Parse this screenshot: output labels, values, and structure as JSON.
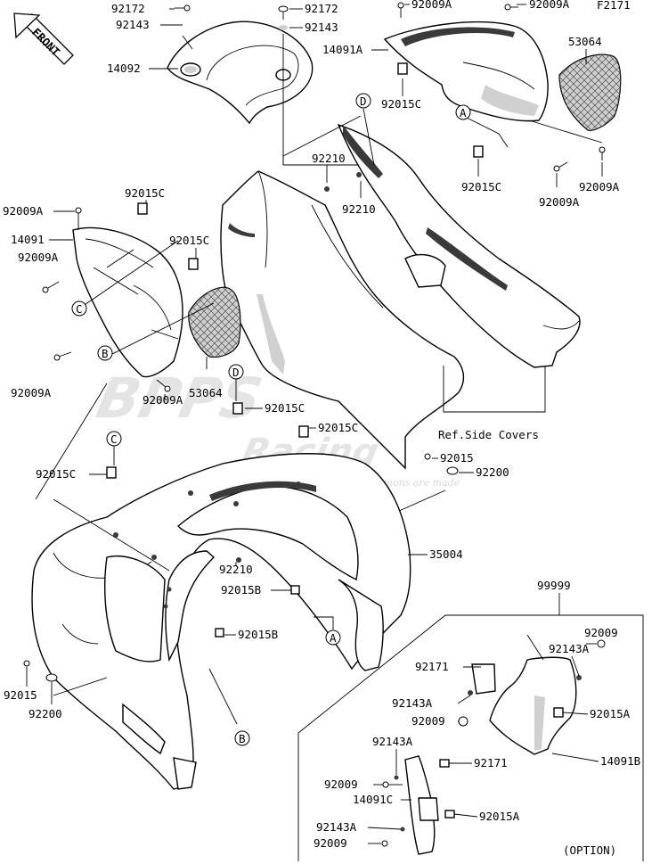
{
  "diagram_code": "F2171",
  "front_indicator": "FRONT",
  "watermark": {
    "line1": "BPPS",
    "line2": "Racing",
    "tagline": "Where champions are made"
  },
  "labels": {
    "l_92172_a": "92172",
    "l_92143_a": "92143",
    "l_14092": "14092",
    "l_92172_b": "92172",
    "l_92143_b": "92143",
    "l_92009a_top1": "92009A",
    "l_92009a_top2": "92009A",
    "l_14091a": "14091A",
    "l_53064_r": "53064",
    "l_92015c_1": "92015C",
    "l_92015c_2": "92015C",
    "l_92009a_r1": "92009A",
    "l_92009a_r2": "92009A",
    "l_92210_1": "92210",
    "l_92210_2": "92210",
    "l_92015c_3": "92015C",
    "l_92009a_l1": "92009A",
    "l_14091": "14091",
    "l_92009a_l2": "92009A",
    "l_92015c_4": "92015C",
    "l_92009a_l3": "92009A",
    "l_53064_l": "53064",
    "l_92009a_l4": "92009A",
    "l_92015c_5": "92015C",
    "l_92015c_6": "92015C",
    "l_ref_side": "Ref.Side Covers",
    "l_92015_r": "92015",
    "l_92200_r": "92200",
    "l_92015c_7": "92015C",
    "l_35004": "35004",
    "l_92210_3": "92210",
    "l_92015b_1": "92015B",
    "l_92015b_2": "92015B",
    "l_92015_l": "92015",
    "l_92200_l": "92200",
    "l_99999": "99999",
    "l_92009_o1": "92009",
    "l_92143a_o1": "92143A",
    "l_92171_1": "92171",
    "l_92143a_o2": "92143A",
    "l_92009_o2": "92009",
    "l_92015a_1": "92015A",
    "l_14091b": "14091B",
    "l_92143a_o3": "92143A",
    "l_92171_2": "92171",
    "l_92009_o3": "92009",
    "l_14091c": "14091C",
    "l_92015a_2": "92015A",
    "l_92143a_o4": "92143A",
    "l_92009_o4": "92009",
    "l_option": "(OPTION)"
  },
  "callouts": {
    "c_a1": "A",
    "c_a2": "A",
    "c_b1": "B",
    "c_b2": "B",
    "c_c1": "C",
    "c_c2": "C",
    "c_d1": "D",
    "c_d2": "D"
  }
}
